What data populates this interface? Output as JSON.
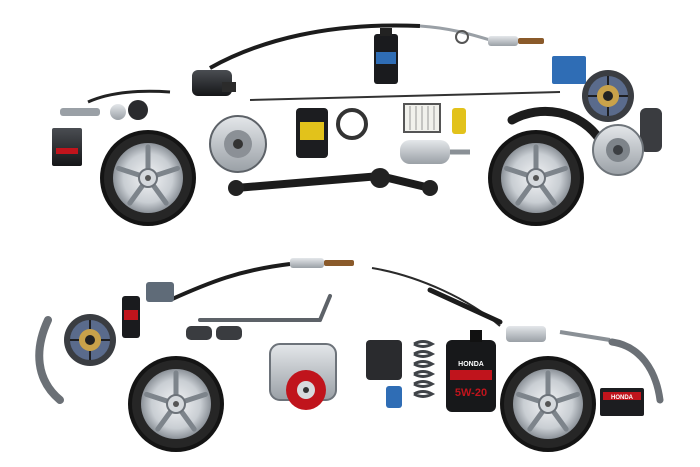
{
  "image": {
    "cars": [
      {
        "id": "top",
        "oil_bottle_label": "",
        "parts": [
          "side-mirror",
          "oxygen-sensor",
          "oil-bottle",
          "alternator",
          "oil-filter",
          "air-filter",
          "muffler",
          "brake-rotor",
          "clutch-disc",
          "brake-pads",
          "control-arm",
          "battery",
          "wheel-front",
          "wheel-rear"
        ]
      },
      {
        "id": "bottom",
        "oil_brand": "HONDA",
        "oil_grade": "5W-20",
        "battery_brand": "HONDA",
        "parts": [
          "oxygen-sensor",
          "lug-wrench",
          "clutch-disc",
          "spray-can",
          "power-steering-pump",
          "coil-springs",
          "oil-jug",
          "wiper-blade",
          "battery",
          "control-arm",
          "wheel-front",
          "wheel-rear"
        ]
      }
    ],
    "colors": {
      "background": "#ffffff",
      "metal": "#b9bec4",
      "dark": "#26282b",
      "tire": "#151515",
      "accent_red": "#c0141c",
      "accent_yellow": "#e2c21b",
      "accent_blue": "#2f6db5"
    }
  }
}
